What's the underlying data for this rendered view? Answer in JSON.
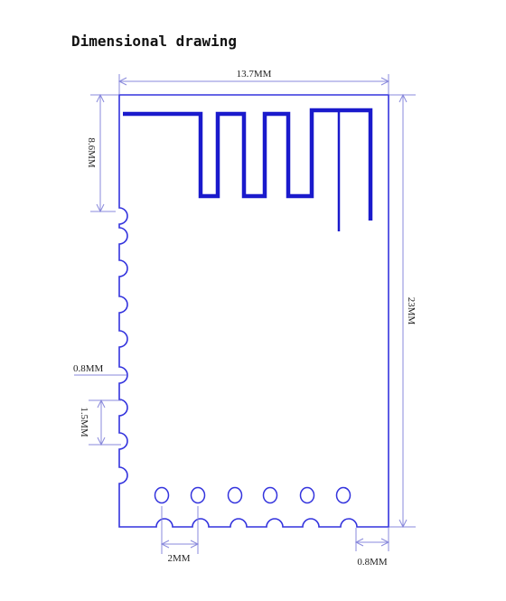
{
  "title": "Dimensional drawing",
  "colors": {
    "outline": "#3333dd",
    "antenna": "#1a1acc",
    "dimension": "#8a8adc",
    "text": "#222222"
  },
  "dimensions": {
    "width": "13.7MM",
    "height": "23MM",
    "antenna_height": "8.6MM",
    "pad_radius": "0.8MM",
    "side_pitch": "1.5MM",
    "bottom_pitch": "2MM",
    "edge_offset": "0.8MM"
  }
}
